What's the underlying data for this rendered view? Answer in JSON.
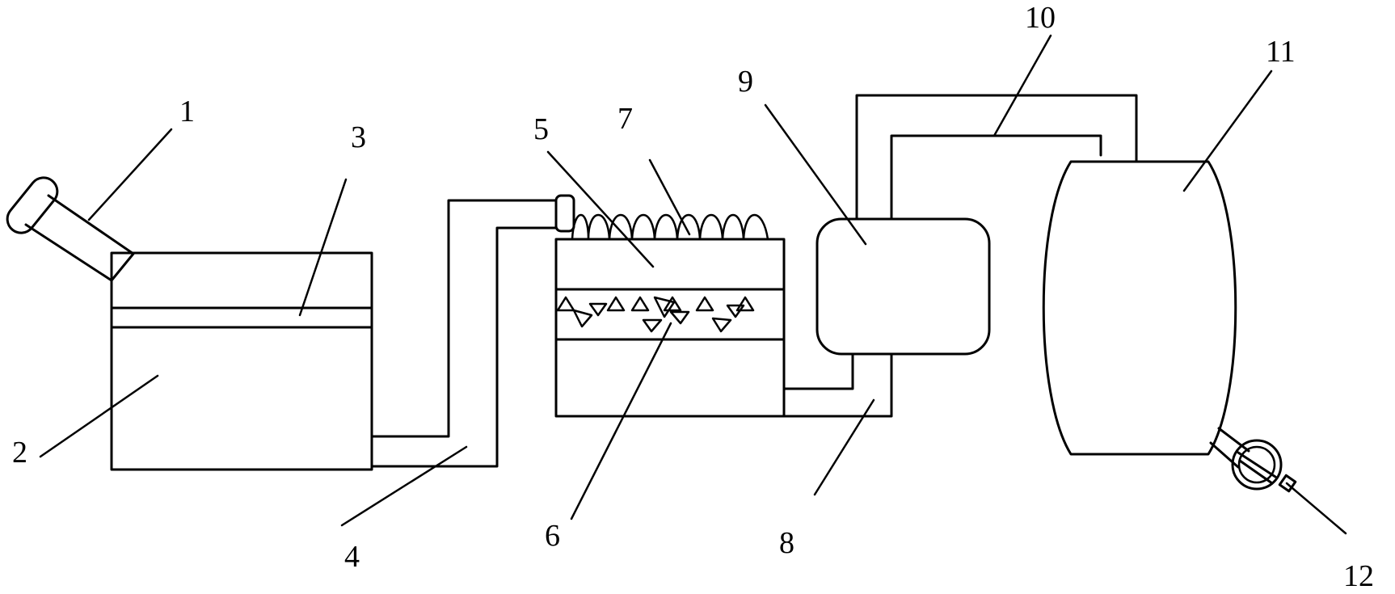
{
  "colors": {
    "line": "#000000",
    "background": "#ffffff"
  },
  "labels": {
    "l1": "1",
    "l2": "2",
    "l3": "3",
    "l4": "4",
    "l5": "5",
    "l6": "6",
    "l7": "7",
    "l8": "8",
    "l9": "9",
    "l10": "10",
    "l11": "11",
    "l12": "12"
  }
}
